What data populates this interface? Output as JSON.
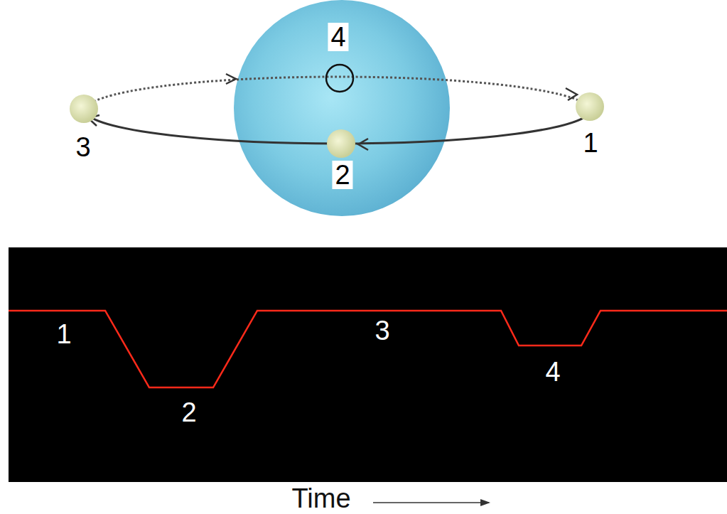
{
  "diagram": {
    "labels": [
      "4",
      "3",
      "2",
      "1",
      "1",
      "2",
      "3",
      "4",
      "Time"
    ]
  }
}
